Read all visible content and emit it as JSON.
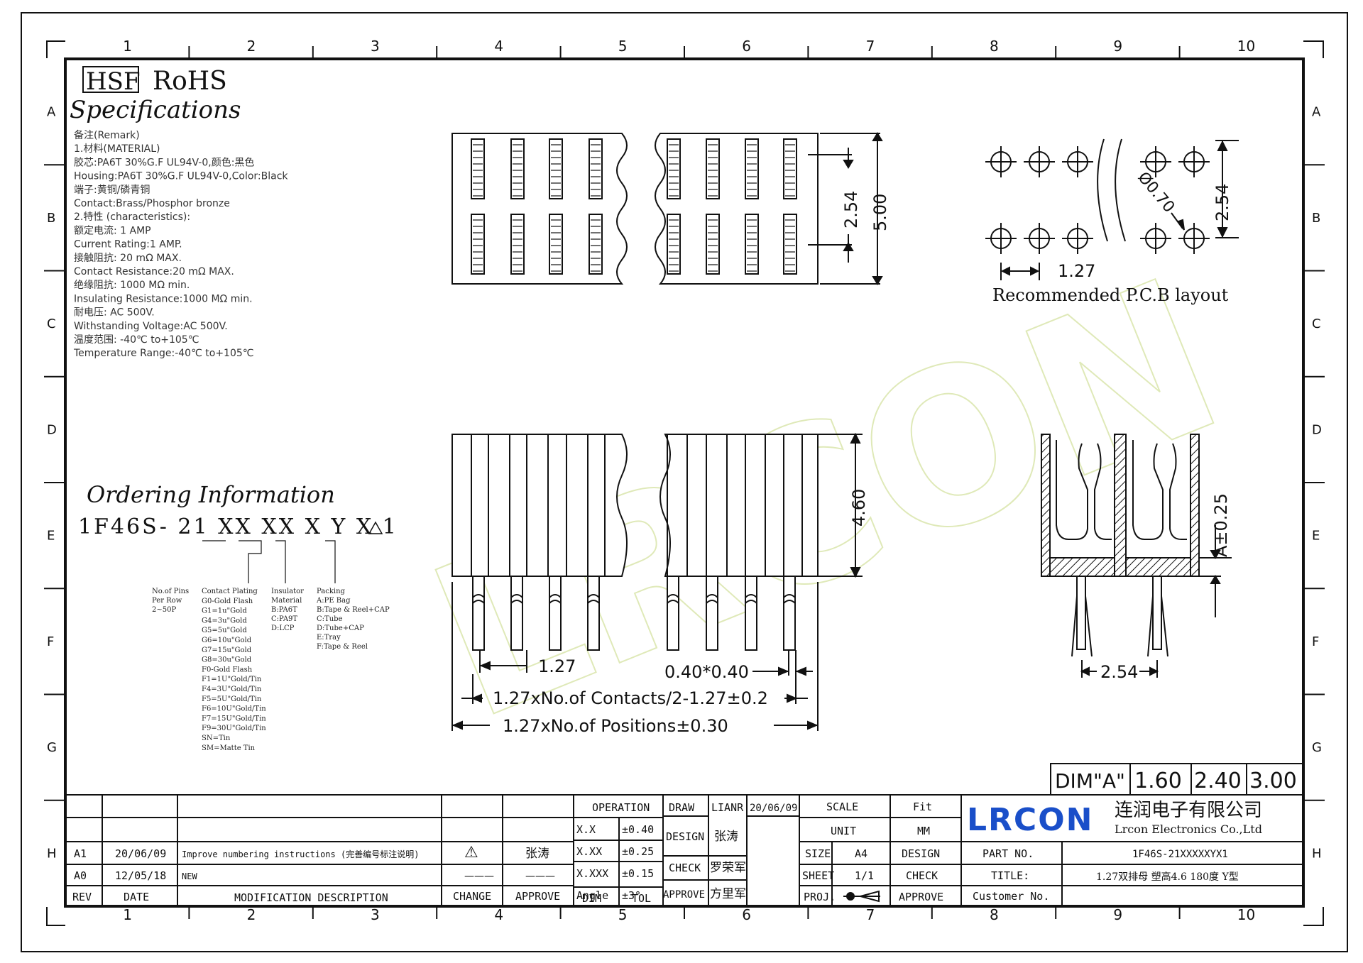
{
  "border": {
    "columns": [
      "1",
      "2",
      "3",
      "4",
      "5",
      "6",
      "7",
      "8",
      "9",
      "10"
    ],
    "rows": [
      "A",
      "B",
      "C",
      "D",
      "E",
      "F",
      "G",
      "H"
    ]
  },
  "header": {
    "hsf": "HSF",
    "rohs": "RoHS",
    "specifications_title": "Specifications"
  },
  "specs": [
    "备注(Remark)",
    "1.材料(MATERIAL)",
    "胶芯:PA6T 30%G.F UL94V-0,颜色:黑色",
    "Housing:PA6T 30%G.F UL94V-0,Color:Black",
    "端子:黄铜/磷青铜",
    "Contact:Brass/Phosphor bronze",
    "2.特性 (characteristics):",
    "额定电流: 1 AMP",
    "Current Rating:1 AMP.",
    "接触阻抗: 20 mΩ MAX.",
    "Contact Resistance:20 mΩ MAX.",
    "绝缘阻抗: 1000 MΩ min.",
    "Insulating Resistance:1000 MΩ min.",
    "耐电压: AC 500V.",
    "Withstanding Voltage:AC 500V.",
    "温度范围: -40℃ to+105℃",
    "Temperature Range:-40℃ to+105℃"
  ],
  "ordering": {
    "title": "Ordering Information",
    "part_code": "1F46S- 21 XX XX X Y X 1",
    "pins_label": [
      "No.of Pins",
      "Per Row",
      "2~50P"
    ],
    "plating_label": [
      "Contact Plating",
      "G0-Gold Flash",
      "G1=1u\"Gold",
      "G4=3u\"Gold",
      "G5=5u\"Gold",
      "G6=10u\"Gold",
      "G7=15u\"Gold",
      "G8=30u\"Gold",
      "F0-Gold Flash",
      "F1=1U\"Gold/Tin",
      "F4=3U\"Gold/Tin",
      "F5=5U\"Gold/Tin",
      "F6=10U\"Gold/Tin",
      "F7=15U\"Gold/Tin",
      "F9=30U\"Gold/Tin",
      "SN=Tin",
      "SM=Matte Tin"
    ],
    "insulator_label": [
      "Insulator",
      "Material",
      "B:PA6T",
      "C:PA9T",
      "D:LCP"
    ],
    "packing_label": [
      "Packing",
      "A:PE Bag",
      "B:Tape & Reel+CAP",
      "C:Tube",
      "D:Tube+CAP",
      "E:Tray",
      "F:Tape & Reel"
    ]
  },
  "dims": {
    "top_pitch": "2.54",
    "top_height": "5.00",
    "pcb_hole": "Ø0.70",
    "pcb_row": "2.54",
    "pcb_pitch": "1.27",
    "pcb_caption": "Recommended P.C.B layout",
    "front_height": "4.60",
    "front_pitch": "1.27",
    "pin_size": "0.40*0.40",
    "contacts_len": "1.27xNo.of Contacts/2-1.27±0.2",
    "positions_len": "1.27xNo.of Positions±0.30",
    "side_a": "A±0.25",
    "side_pitch": "2.54"
  },
  "dim_table": {
    "label": "DIM\"A\"",
    "values": [
      "1.60",
      "2.40",
      "3.00"
    ]
  },
  "revisions": {
    "rows": [
      {
        "rev": "A1",
        "date": "20/06/09",
        "desc": "Improve numbering instructions (完善编号标注说明)",
        "change": "⚠",
        "approve": "张涛"
      },
      {
        "rev": "A0",
        "date": "12/05/18",
        "desc": "NEW",
        "change": "———",
        "approve": "———"
      }
    ],
    "headers": {
      "rev": "REV",
      "date": "DATE",
      "desc": "MODIFICATION DESCRIPTION",
      "change": "CHANGE",
      "approve": "APPROVE"
    }
  },
  "tolerances": {
    "operation": "OPERATION",
    "rows": [
      {
        "k": "X.X",
        "v": "±0.40"
      },
      {
        "k": "X.XX",
        "v": "±0.25"
      },
      {
        "k": "X.XXX",
        "v": "±0.15"
      },
      {
        "k": "Angle",
        "v": "±3°"
      }
    ],
    "dim": "DIM",
    "tol": "TOL"
  },
  "signoff": {
    "draw": "DRAW",
    "draw_name": "LIANR",
    "draw_date": "20/06/09",
    "design": "DESIGN",
    "design_name": "张涛",
    "check": "CHECK",
    "check_name": "罗荣军",
    "approve": "APPROVE",
    "approve_name": "方里军"
  },
  "info": {
    "scale": "SCALE",
    "scale_v": "Fit",
    "unit": "UNIT",
    "unit_v": "MM",
    "size": "SIZE",
    "size_v": "A4",
    "sheet": "SHEET",
    "sheet_v": "1/1",
    "proj": "PROJ.",
    "design": "DESIGN",
    "check": "CHECK",
    "approve": "APPROVE"
  },
  "company": {
    "logo": "LRCON",
    "cn_name": "连润电子有限公司",
    "en_name": "Lrcon Electronics Co.,Ltd"
  },
  "part": {
    "part_no_label": "PART NO.",
    "part_no": "1F46S-21XXXXXYX1",
    "title_label": "TITLE:",
    "title": "1.27双排母 塑高4.6 180度 Y型",
    "customer_label": "Customer No."
  },
  "watermark": "LRCON",
  "colors": {
    "line": "#111111",
    "logo": "#1a4fc9",
    "watermark": "#dfe9b8"
  }
}
